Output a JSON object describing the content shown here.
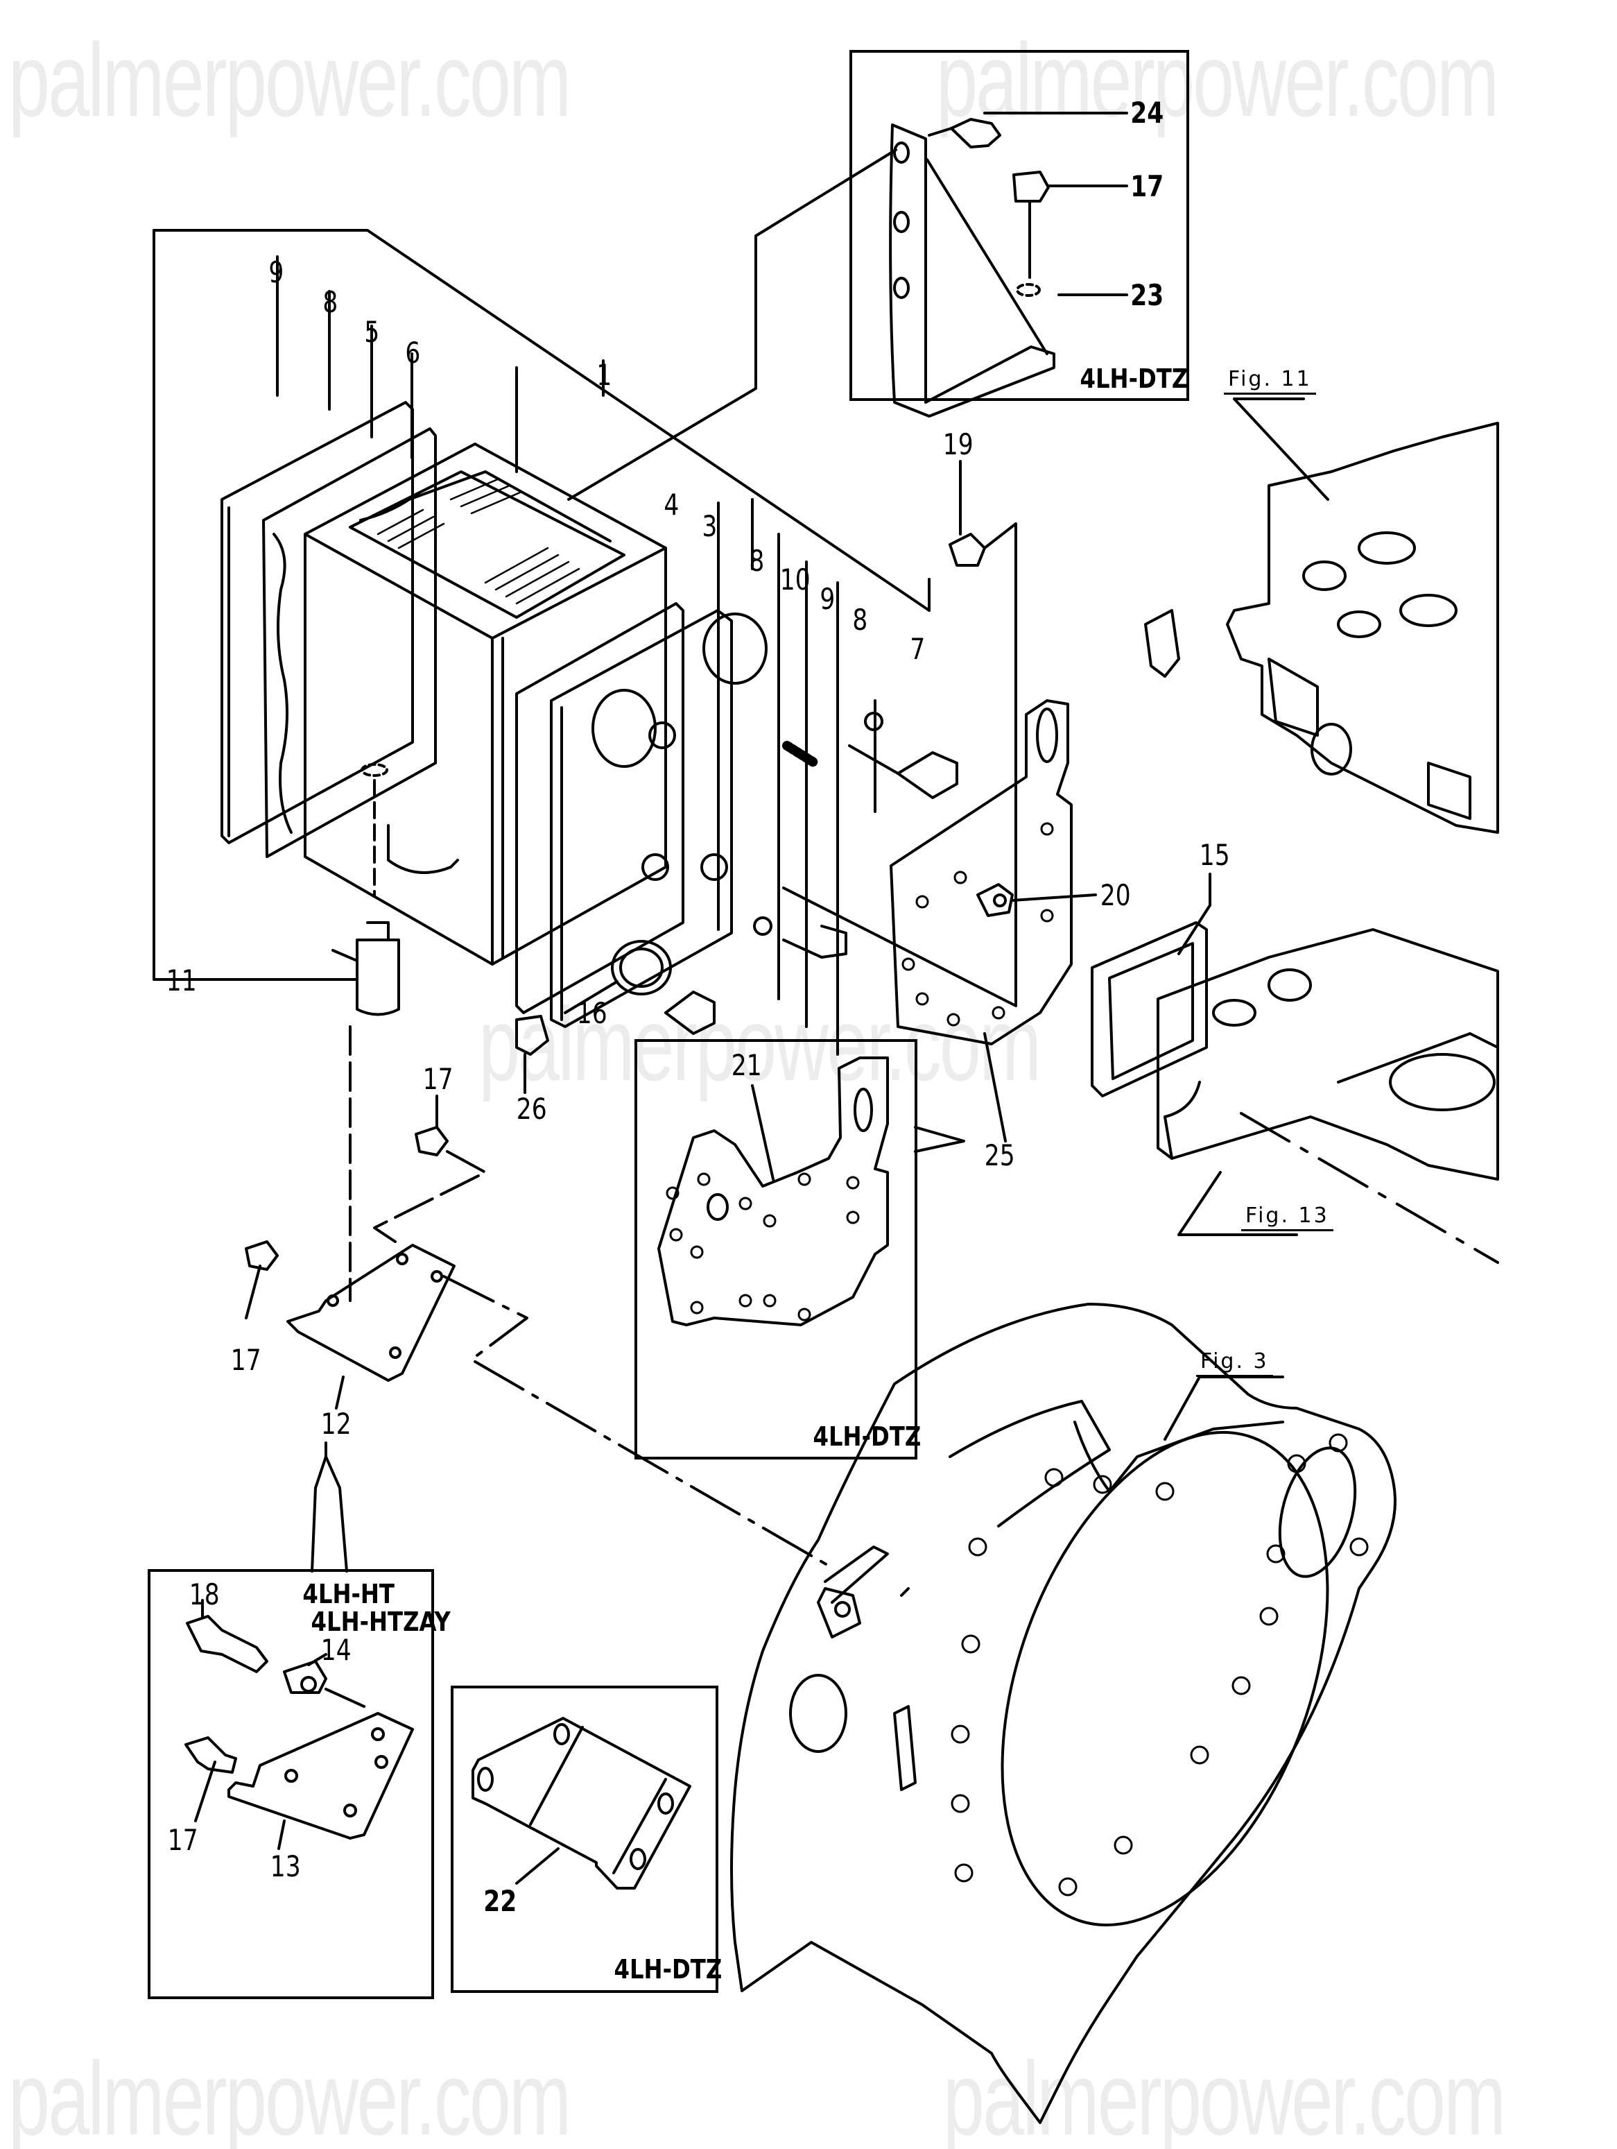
{
  "watermark": {
    "text": "palmerpower.com",
    "color": "#ececec"
  },
  "diagram": {
    "type": "exploded parts diagram",
    "line_color": "#000000",
    "background": "#ffffff",
    "callouts": [
      {
        "id": "c1",
        "label": "1"
      },
      {
        "id": "c3",
        "label": "3"
      },
      {
        "id": "c4",
        "label": "4"
      },
      {
        "id": "c5",
        "label": "5"
      },
      {
        "id": "c6",
        "label": "6"
      },
      {
        "id": "c7",
        "label": "7"
      },
      {
        "id": "c8a",
        "label": "8"
      },
      {
        "id": "c8b",
        "label": "8"
      },
      {
        "id": "c8c",
        "label": "8"
      },
      {
        "id": "c9a",
        "label": "9"
      },
      {
        "id": "c9b",
        "label": "9"
      },
      {
        "id": "c10",
        "label": "10"
      },
      {
        "id": "c11",
        "label": "11"
      },
      {
        "id": "c12",
        "label": "12"
      },
      {
        "id": "c13",
        "label": "13"
      },
      {
        "id": "c14",
        "label": "14"
      },
      {
        "id": "c15",
        "label": "15"
      },
      {
        "id": "c16",
        "label": "16"
      },
      {
        "id": "c17a",
        "label": "17"
      },
      {
        "id": "c17b",
        "label": "17"
      },
      {
        "id": "c17c",
        "label": "17"
      },
      {
        "id": "c17d",
        "label": "17"
      },
      {
        "id": "c18",
        "label": "18"
      },
      {
        "id": "c19",
        "label": "19"
      },
      {
        "id": "c20",
        "label": "20"
      },
      {
        "id": "c21",
        "label": "21"
      },
      {
        "id": "c22",
        "label": "22"
      },
      {
        "id": "c23",
        "label": "23"
      },
      {
        "id": "c24",
        "label": "24"
      },
      {
        "id": "c25",
        "label": "25"
      },
      {
        "id": "c26",
        "label": "26"
      }
    ],
    "figure_refs": [
      {
        "id": "fig11",
        "label": "Fig. 11"
      },
      {
        "id": "fig13",
        "label": "Fig. 13"
      },
      {
        "id": "fig3",
        "label": "Fig. 3"
      }
    ],
    "inset_boxes": [
      {
        "id": "inset-bracket-top",
        "variant": "4LH-DTZ",
        "parts": [
          "24",
          "17",
          "23"
        ]
      },
      {
        "id": "inset-plate",
        "variant": "4LH-DTZ",
        "parts": [
          "21"
        ]
      },
      {
        "id": "inset-bracket-ht",
        "variant_lines": [
          "4LH-HT",
          "4LH-HTZAY"
        ],
        "parts": [
          "18",
          "14",
          "17",
          "13"
        ]
      },
      {
        "id": "inset-bracket-bottom",
        "variant": "4LH-DTZ",
        "parts": [
          "22"
        ]
      }
    ]
  }
}
